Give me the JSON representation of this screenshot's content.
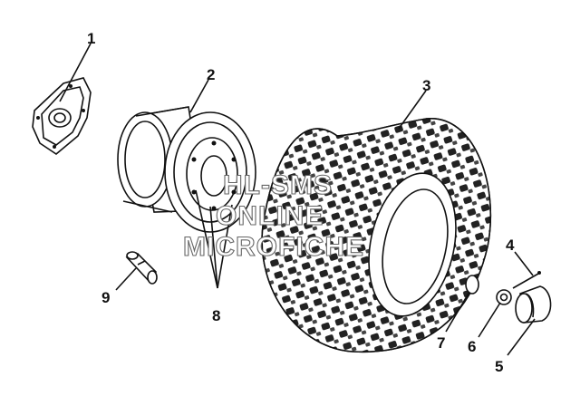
{
  "callouts": [
    {
      "id": "c1",
      "label": "1"
    },
    {
      "id": "c2",
      "label": "2"
    },
    {
      "id": "c3",
      "label": "3"
    },
    {
      "id": "c4",
      "label": "4"
    },
    {
      "id": "c5",
      "label": "5"
    },
    {
      "id": "c6",
      "label": "6"
    },
    {
      "id": "c7",
      "label": "7"
    },
    {
      "id": "c8",
      "label": "8"
    },
    {
      "id": "c9",
      "label": "9"
    }
  ],
  "watermark": {
    "line1": "HL-SMS",
    "line2": "ONLINE",
    "line3": "MICROFICHE"
  },
  "colors": {
    "ink": "#111111",
    "background": "#ffffff",
    "watermark_stroke": "#666666"
  }
}
